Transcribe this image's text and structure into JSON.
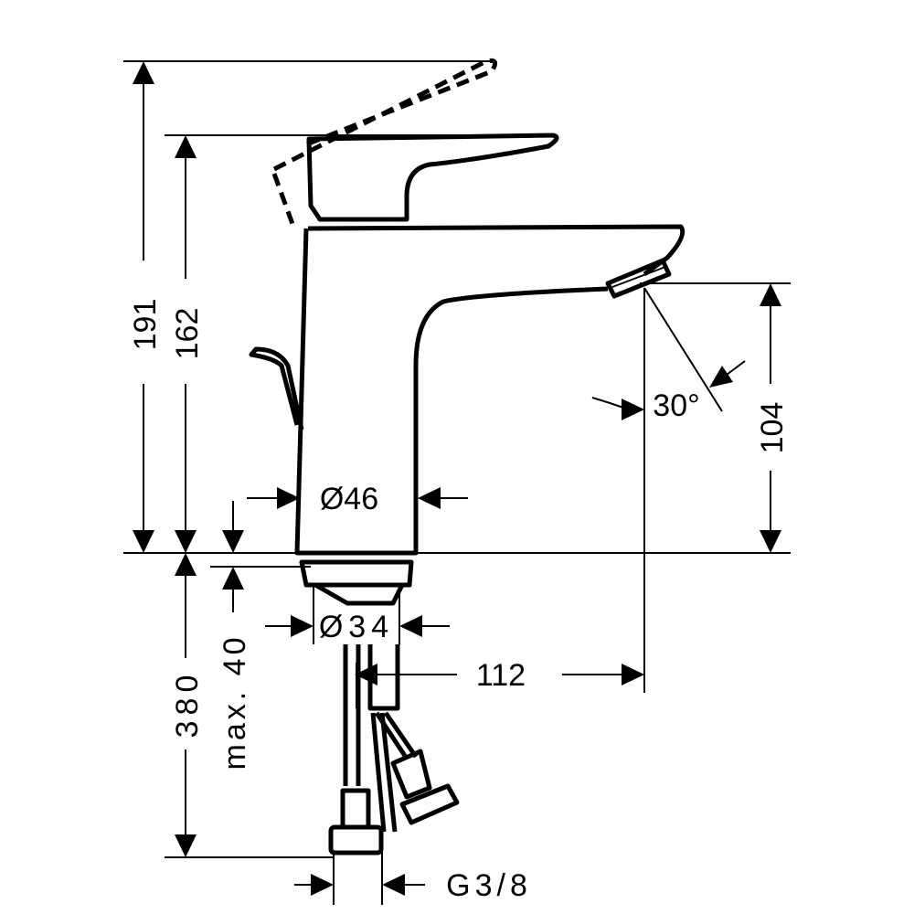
{
  "drawing": {
    "title": "Basin mixer dimension drawing",
    "dimensions": {
      "total_height": "191",
      "handle_height": "162",
      "spout_height": "104",
      "body_diameter": "Ø46",
      "shank_diameter": "Ø34",
      "projection": "112",
      "hose_length": "380",
      "max_thickness": "max. 40",
      "angle": "30°",
      "thread": "G3/8"
    },
    "colors": {
      "ink": "#000000",
      "background": "#ffffff"
    }
  }
}
